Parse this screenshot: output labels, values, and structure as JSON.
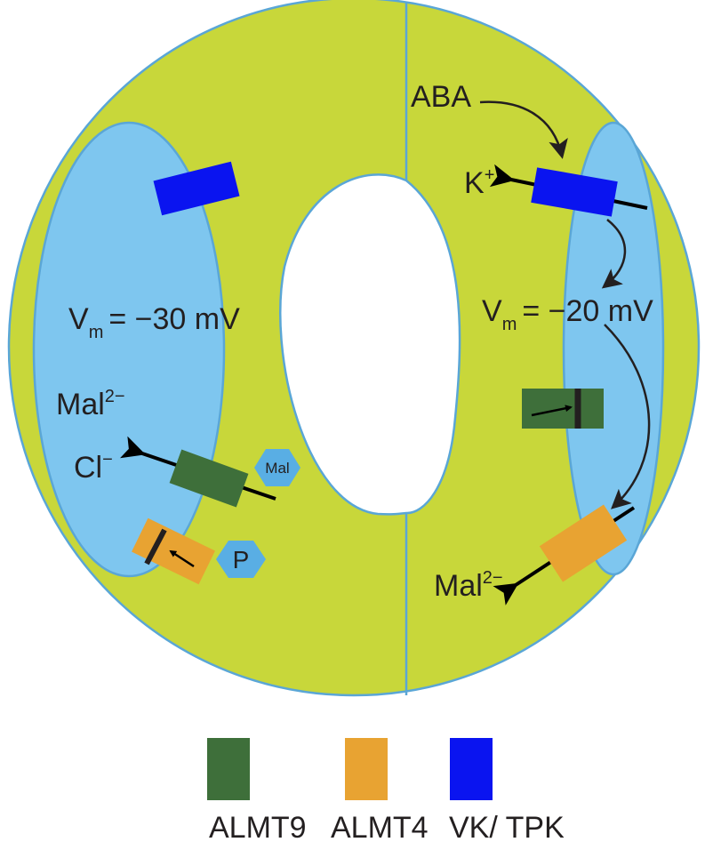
{
  "colors": {
    "guard_cell": "#c8d73a",
    "vacuole": "#7ec6ef",
    "outline": "#5aa6d6",
    "almt9": "#3e6f3a",
    "almt4": "#e8a332",
    "vk_tpk": "#0a14f0",
    "arrow": "#000000",
    "signal_arrow": "#231f20"
  },
  "left_cell": {
    "membrane_potential": {
      "symbol": "V",
      "subscript": "m",
      "rest": "= −30 mV"
    },
    "malate": {
      "base": "Mal",
      "sup": "2−"
    },
    "chloride": {
      "base": "Cl",
      "sup": "−"
    },
    "hex_mal": "Mal",
    "hex_p": "P"
  },
  "right_cell": {
    "signal": "ABA",
    "potassium": {
      "base": "K",
      "sup": "+"
    },
    "membrane_potential": {
      "symbol": "V",
      "subscript": "m",
      "rest": "= −20 mV"
    },
    "malate": {
      "base": "Mal",
      "sup": "2−"
    }
  },
  "legend": [
    {
      "label": "ALMT9",
      "color_key": "almt9"
    },
    {
      "label": "ALMT4",
      "color_key": "almt4"
    },
    {
      "label": "VK/ TPK",
      "color_key": "vk_tpk"
    }
  ]
}
